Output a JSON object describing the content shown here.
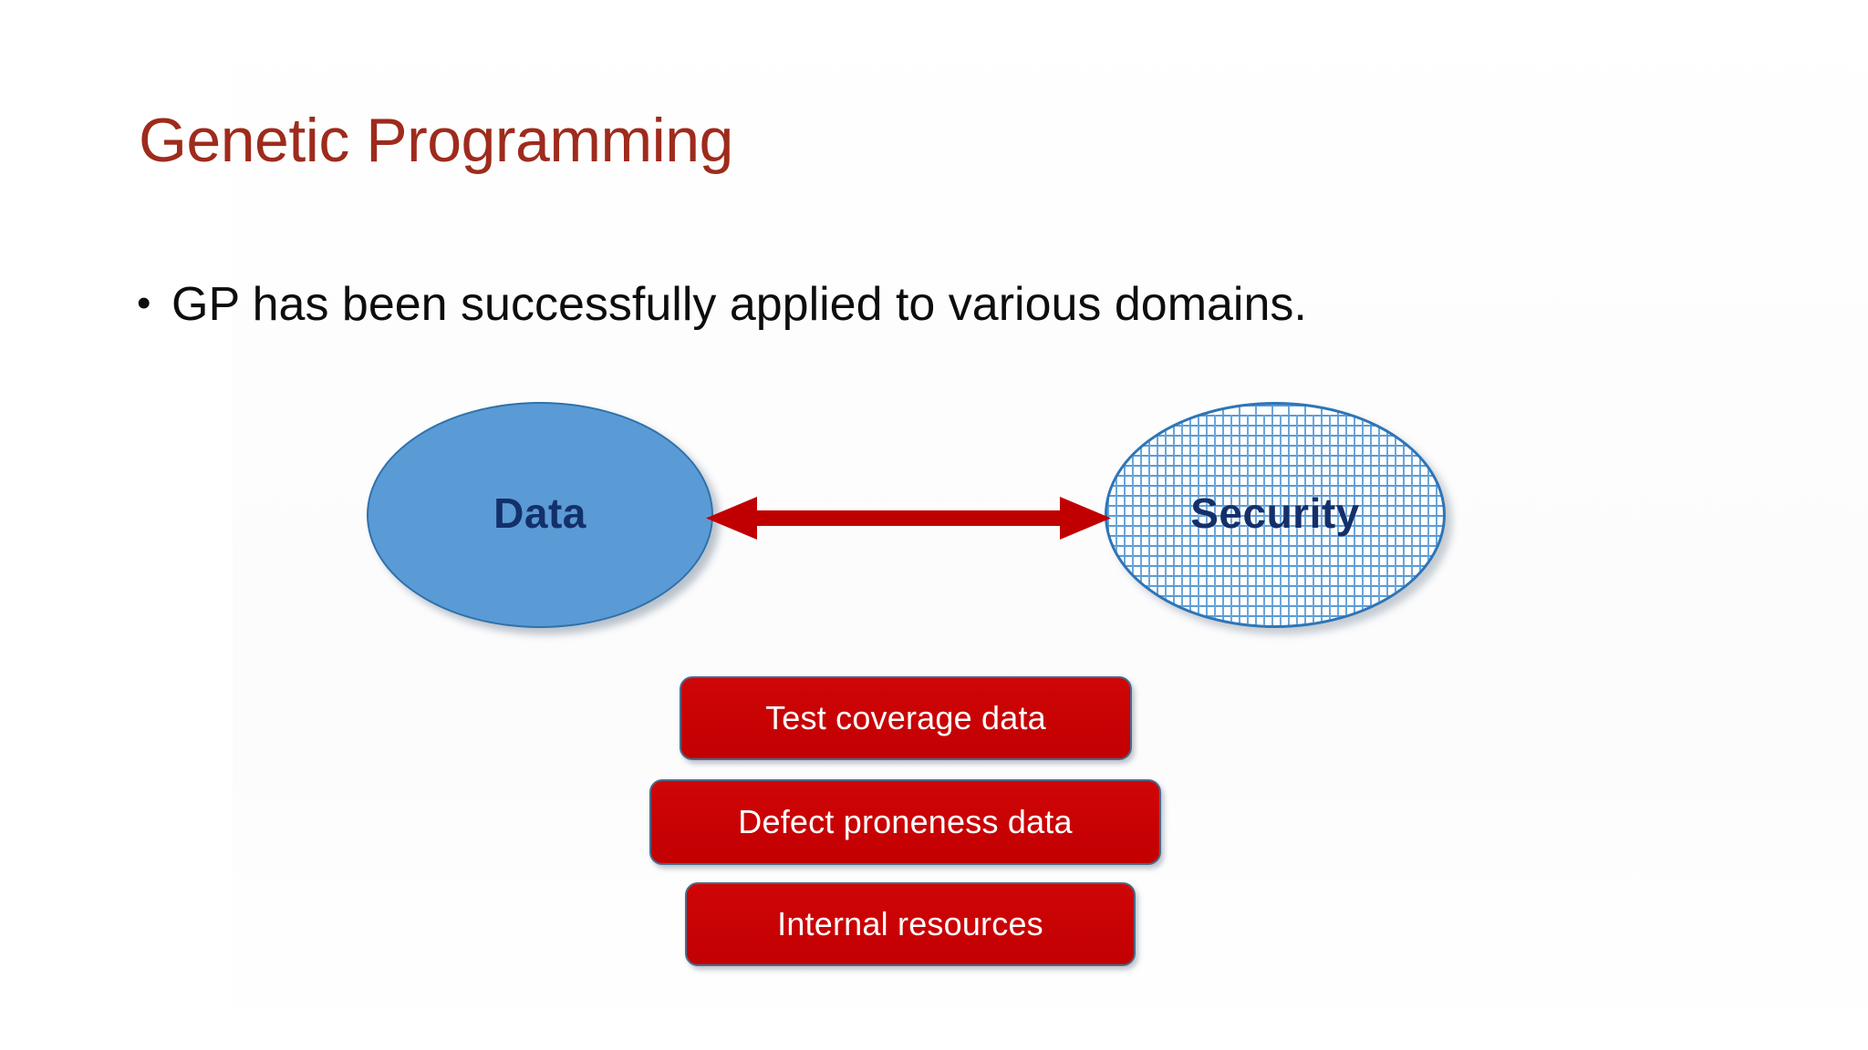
{
  "slide": {
    "title": "Genetic Programming",
    "title_color": "#9E2B1C",
    "background_color": "#FFFFFF"
  },
  "body": {
    "bullet_marker": "•",
    "bullets": [
      "GP has been successfully applied to various domains."
    ]
  },
  "diagram": {
    "nodes": [
      {
        "id": "data",
        "label": "Data",
        "shape": "ellipse",
        "fill": "#5B9BD5",
        "fill_style": "solid",
        "outline": "#2E72AB",
        "text_color": "#14306B"
      },
      {
        "id": "security",
        "label": "Security",
        "shape": "ellipse",
        "fill": "#FFFFFF",
        "fill_style": "brick-pattern",
        "pattern_color": "#5B9BD5",
        "outline": "#2E75B6",
        "text_color": "#14306B"
      }
    ],
    "connector": {
      "from": "data",
      "to": "security",
      "style": "double-headed-arrow",
      "color": "#C00000"
    },
    "boxes": [
      {
        "label": "Test coverage data",
        "fill": "#C90204",
        "outline": "#4A6A8A",
        "text_color": "#FFFFFF"
      },
      {
        "label": "Defect proneness data",
        "fill": "#C90204",
        "outline": "#4A6A8A",
        "text_color": "#FFFFFF"
      },
      {
        "label": "Internal resources",
        "fill": "#C90204",
        "outline": "#4A6A8A",
        "text_color": "#FFFFFF"
      }
    ]
  }
}
